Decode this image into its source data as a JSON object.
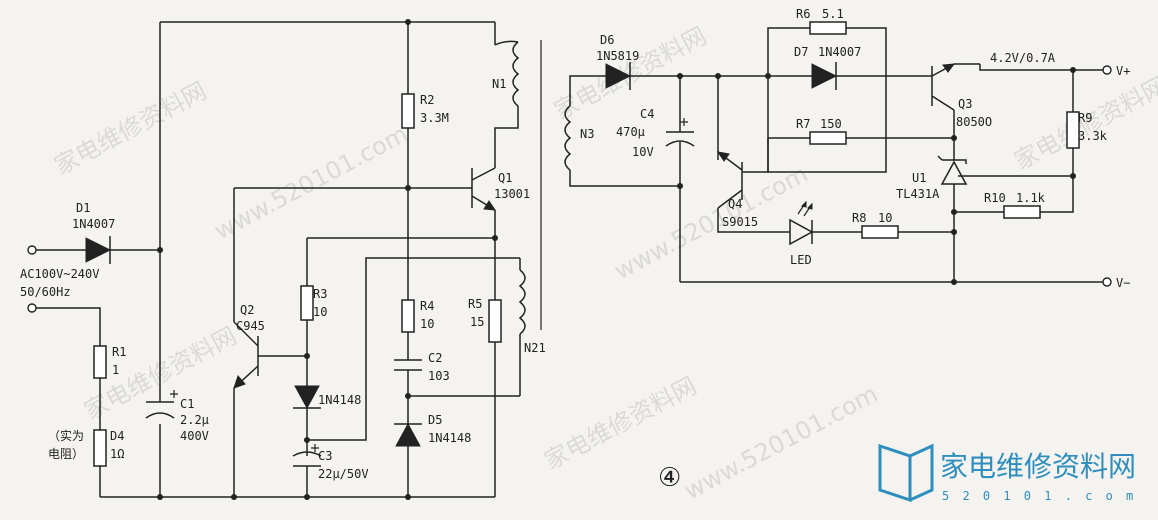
{
  "left_circuit": {
    "d1": {
      "ref": "D1",
      "part": "1N4007"
    },
    "ac_input": {
      "voltage": "AC100V~240V",
      "freq": "50/60Hz"
    },
    "r1": {
      "ref": "R1",
      "value": "1"
    },
    "d4": {
      "note": "（实为",
      "note2": "电阻）",
      "ref": "D4",
      "value": "1Ω"
    },
    "c1": {
      "ref": "C1",
      "value": "2.2μ",
      "voltage": "400V"
    },
    "r2": {
      "ref": "R2",
      "value": "3.3M"
    },
    "n1": {
      "ref": "N1"
    },
    "q1": {
      "ref": "Q1",
      "part": "13001"
    },
    "q2": {
      "ref": "Q2",
      "part": "C945"
    },
    "r3": {
      "ref": "R3",
      "value": "10"
    },
    "d_1n4148": {
      "part": "1N4148"
    },
    "c3": {
      "ref": "C3",
      "value": "22μ/50V"
    },
    "r4": {
      "ref": "R4",
      "value": "10"
    },
    "c2": {
      "ref": "C2",
      "value": "103"
    },
    "d5": {
      "ref": "D5",
      "part": "1N4148"
    },
    "r5": {
      "ref": "R5",
      "value": "15"
    },
    "n21": {
      "ref": "N21"
    }
  },
  "right_circuit": {
    "d6": {
      "ref": "D6",
      "part": "1N5819"
    },
    "n3": {
      "ref": "N3"
    },
    "c4": {
      "ref": "C4",
      "value": "470μ",
      "voltage": "10V"
    },
    "r6": {
      "ref": "R6",
      "value": "5.1"
    },
    "d7": {
      "ref": "D7",
      "part": "1N4007"
    },
    "r7": {
      "ref": "R7",
      "value": "150"
    },
    "q3": {
      "ref": "Q3",
      "part": "8050O"
    },
    "output": {
      "spec": "4.2V/0.7A",
      "vplus": "V+",
      "vminus": "V−"
    },
    "r9": {
      "ref": "R9",
      "value": "3.3k"
    },
    "u1": {
      "ref": "U1",
      "part": "TL431A"
    },
    "r10": {
      "ref": "R10",
      "value": "1.1k"
    },
    "q4": {
      "ref": "Q4",
      "part": "S9015"
    },
    "r8": {
      "ref": "R8",
      "value": "10"
    },
    "led": {
      "label": "LED"
    }
  },
  "figure_number": "④",
  "watermark": {
    "cn": "家电维修资料网",
    "url": "www.520101.com"
  },
  "logo": {
    "cn": "家电维修资料网",
    "url": "5 2 0 1 0 1 . c o m"
  },
  "colors": {
    "ink": "#222222",
    "logo": "#2e8fbf",
    "paper": "#f4f3ef"
  }
}
